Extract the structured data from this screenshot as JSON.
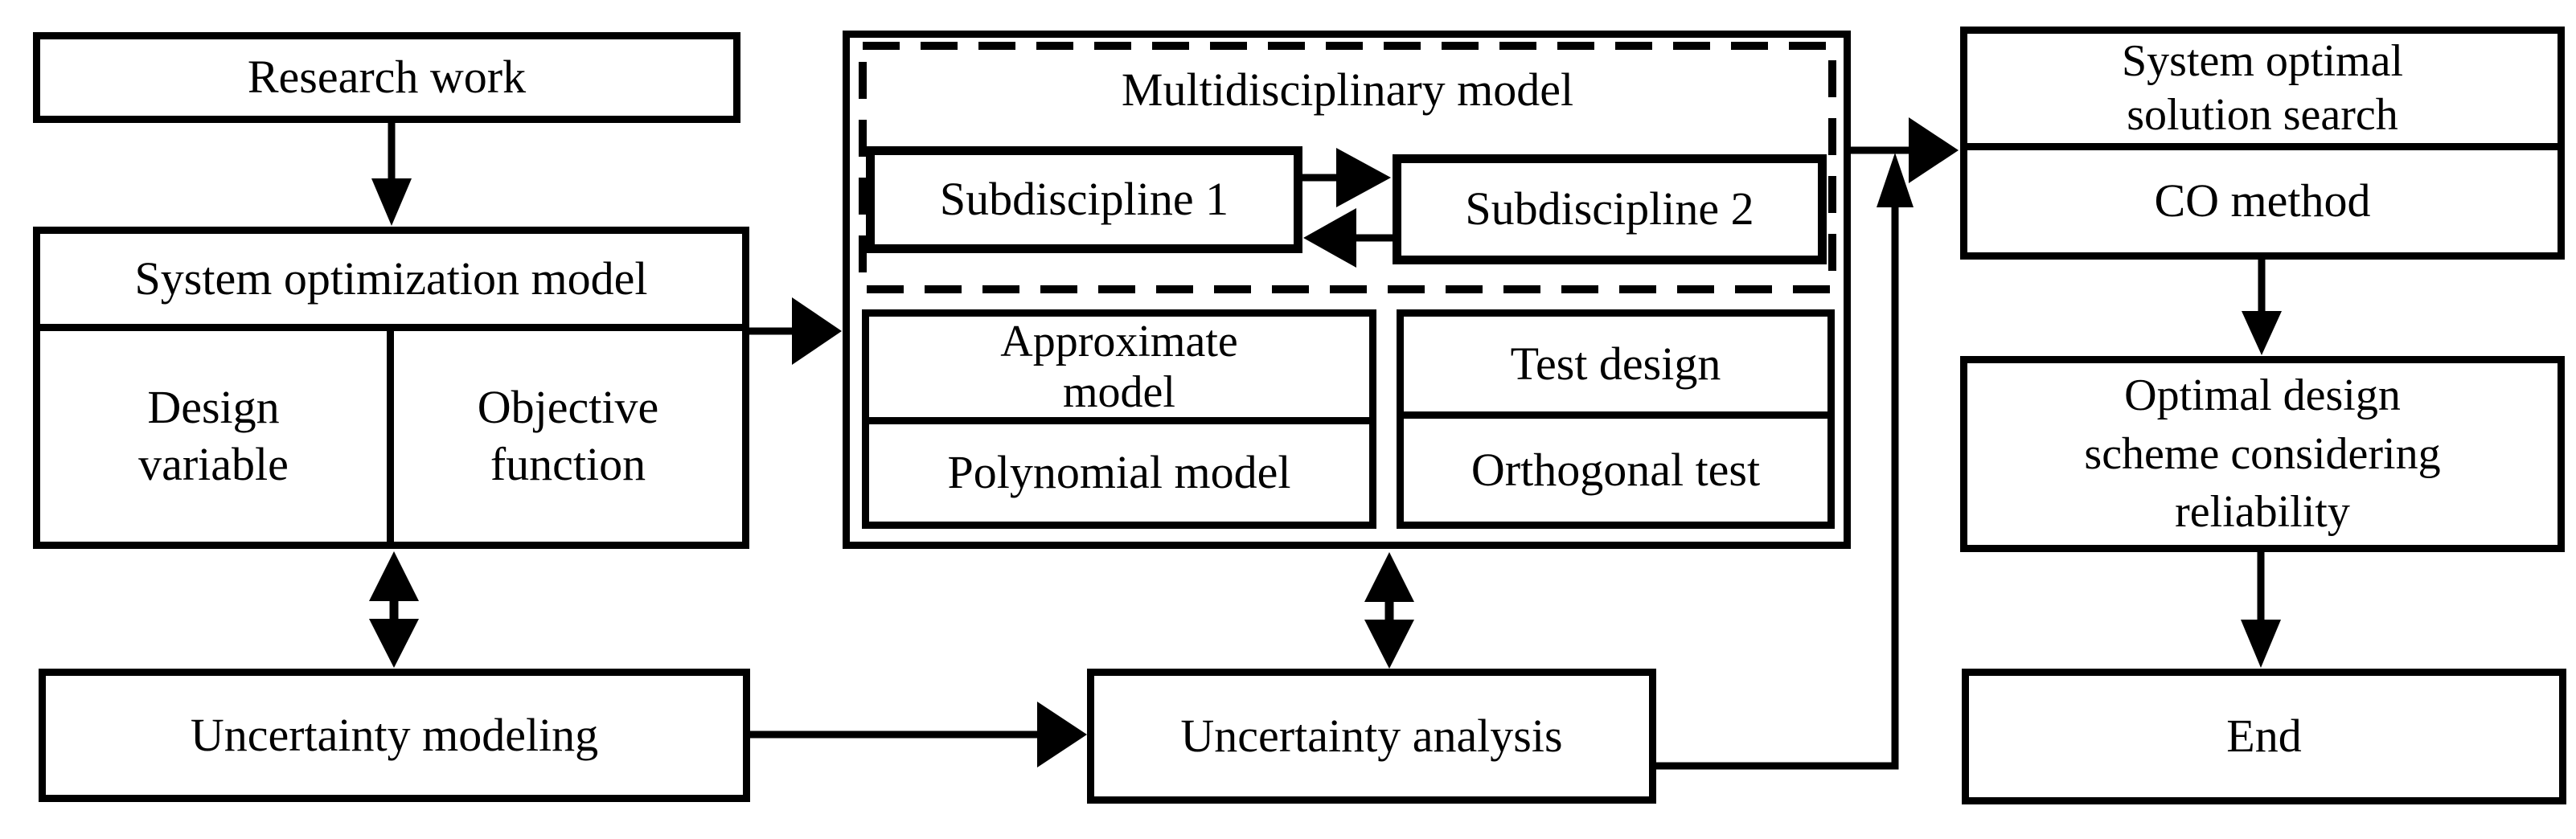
{
  "colors": {
    "ink": "#000000",
    "paper": "#ffffff"
  },
  "nodes": {
    "research_work": {
      "label": "Research work"
    },
    "system_optimization_model": {
      "title": "System optimization model",
      "design_variable_lines": [
        "Design",
        "variable"
      ],
      "objective_function_lines": [
        "Objective",
        "function"
      ]
    },
    "uncertainty_modeling": {
      "label": "Uncertainty modeling"
    },
    "multidisciplinary_model": {
      "title": "Multidisciplinary model",
      "subdiscipline_1": "Subdiscipline 1",
      "subdiscipline_2": "Subdiscipline 2"
    },
    "approximate_model": {
      "title_lines": [
        "Approximate",
        "model"
      ],
      "method": "Polynomial model"
    },
    "test_design": {
      "title": "Test design",
      "method": "Orthogonal test"
    },
    "uncertainty_analysis": {
      "label": "Uncertainty analysis"
    },
    "system_optimal_solution_search": {
      "title_lines": [
        "System optimal",
        "solution search"
      ],
      "method": "CO method"
    },
    "optimal_design_scheme": {
      "label_lines": [
        "Optimal design",
        "scheme considering",
        "reliability"
      ]
    },
    "end_node": {
      "label": "End"
    }
  }
}
